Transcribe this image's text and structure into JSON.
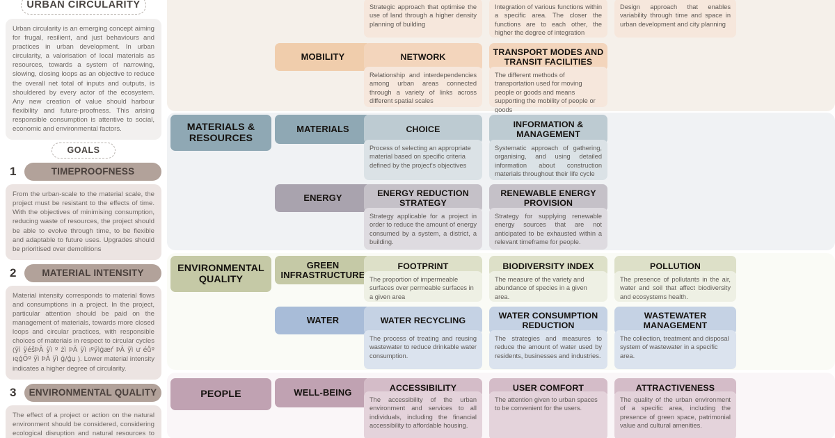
{
  "left_panel": {
    "title": "URBAN CIRCULARITY",
    "intro": "Urban circularity is an emerging concept aiming for frugal, resilient, and just behaviours and practices in urban development. In urban circularity, a valorisation of local materials as resources, towards a system of narrowing, slowing, closing loops as an objective to reduce the overall net total of inputs and outputs, is shouldered by every actor of the ecosystem. Any new creation of value should harbour flexibility and future-proofness. This arising responsible consumption is attentive to social, economic and environmental factors.",
    "goals_label": "GOALS",
    "goals": [
      {
        "number": "1",
        "title": "TIMEPROOFNESS",
        "text": "From the urban-scale to the material scale, the project must be resistant to the effects of time. With the objectives of minimising consumption, reducing waste of resources, the project should be able to evolve through time, to be flexible and adaptable to future uses. Upgrades should be prioritised over demolitions"
      },
      {
        "number": "2",
        "title": "MATERIAL INTENSITY",
        "text_before": "Material intensity corresponds to material flows and consumptions in a project. In the project, particular attention should be paid on the management of materials, towards more closed loops and circular practices, with responsible choices of materials in respect to circular cycles (",
        "text_garbled": "ÿì ÿéšÞÂ ÿì º żì ÞÂ ÿì ıºÿìģæŕ ÞÂ ÿì ư éůº ıęģŐº ÿì ÞÂ ÿì ģ/ģџ",
        "text_after": " ). Lower material intensity indicates a higher degree of circularity."
      },
      {
        "number": "3",
        "title": "ENVIRONMENTAL QUALITY",
        "text": "The effect of a project or action on the natural environment should be considered, considering ecological disruption and natural resources to reduce the overall environmental footprint."
      }
    ]
  },
  "matrix": {
    "themes": [
      {
        "theme": "",
        "band_color": "#f5f0ea",
        "theme_color": "#e8b98f",
        "sub_color": "#f0cdac",
        "ind_color": "#f3d5bc",
        "desc_color": "#f6e7dc",
        "subthemes": [
          {
            "name": "",
            "indicators": [
              {
                "name": "",
                "desc": "Strategic approach that optimise the use of land through a higher density planning of building",
                "justify": true
              },
              {
                "name": "",
                "desc": "Integration of various functions within a specific area. The closer the functions are to each other, the higher the degree of integration",
                "justify": true
              },
              {
                "name": "",
                "desc": "Design approach that enables variability through time and space in urban development and city planning",
                "justify": true
              }
            ]
          },
          {
            "name": "MOBILITY",
            "indicators": [
              {
                "name": "NETWORK",
                "desc": "Relationship and interdependencies among urban areas connected through a variety of links across different spatial scales",
                "justify": true
              },
              {
                "name": "TRANSPORT MODES AND TRANSIT FACILITIES",
                "desc": "The different methods of transportation used for moving people or goods and means supporting the mobility of people or goods",
                "justify": false
              },
              {
                "name": "",
                "desc": "",
                "justify": false
              }
            ]
          }
        ]
      },
      {
        "theme": "MATERIALS & RESOURCES",
        "band_color": "#f0f2f4",
        "theme_color": "#8fa8b4",
        "sub_colors": [
          "#8fa8b4",
          "#a9a3ae"
        ],
        "subthemes": [
          {
            "name": "MATERIALS",
            "sub_color": "#8fa8b4",
            "ind_color": "#bdcbd2",
            "desc_color": "#dbe2e6",
            "indicators": [
              {
                "name": "CHOICE",
                "desc": "Process of selecting an appropriate material based on specific criteria defined by the project's objectives",
                "justify": false
              },
              {
                "name": "INFORMATION & MANAGEMENT",
                "desc": "Systematic approach of gathering, organising, and using detailed information about construction materials throughout their life cycle",
                "justify": true
              },
              {
                "name": "",
                "desc": "",
                "justify": false
              }
            ]
          },
          {
            "name": "ENERGY",
            "sub_color": "#a9a3ae",
            "ind_color": "#c5c1c8",
            "desc_color": "#dedbe0",
            "indicators": [
              {
                "name": "ENERGY REDUCTION STRATEGY",
                "desc": "Strategy applicable for a project in order to reduce the amount of energy consumed by a system, a district, a building.",
                "justify": true
              },
              {
                "name": "RENEWABLE ENERGY PROVISION",
                "desc": "Strategy for supplying renewable energy sources that are not anticipated to be exhausted within a relevant timeframe for people.",
                "justify": true
              },
              {
                "name": "",
                "desc": "",
                "justify": false
              }
            ]
          }
        ]
      },
      {
        "theme": "ENVIRONMENTAL QUALITY",
        "band_color": "#fafbf6",
        "theme_color": "#c5c9a6",
        "subthemes": [
          {
            "name": "GREEN INFRASTRUCTURE",
            "sub_color": "#c5c9a6",
            "ind_color": "#dde0c8",
            "desc_color": "#eef0e4",
            "indicators": [
              {
                "name": "FOOTPRINT",
                "desc": "The proportion of impermeable surfaces over permeable surfaces in a given area",
                "justify": false
              },
              {
                "name": "BIODIVERSITY INDEX",
                "desc": "The measure of the variety and abundance of species in a given area.",
                "justify": false
              },
              {
                "name": "POLLUTION",
                "desc": "The presence of pollutants in the air, water and soil that affect biodiversity and ecosystems health.",
                "justify": true
              }
            ]
          },
          {
            "name": "WATER",
            "sub_color": "#a8bcd8",
            "ind_color": "#c5d2e4",
            "desc_color": "#dbe3ee",
            "indicators": [
              {
                "name": "WATER RECYCLING",
                "desc": "The process of treating and reusing wastewater to reduce drinkable water consumption.",
                "justify": true
              },
              {
                "name": "WATER CONSUMPTION REDUCTION",
                "desc": "The strategies and measures to reduce the amount of water used by residents, businesses and industries.",
                "justify": true
              },
              {
                "name": "WASTEWATER MANAGEMENT",
                "desc": "The collection, treatment and disposal system of wastewater in a specific area.",
                "justify": false
              }
            ]
          }
        ]
      },
      {
        "theme": "PEOPLE",
        "band_color": "#faf6f8",
        "theme_color": "#c0a2b2",
        "subthemes": [
          {
            "name": "WELL-BEING",
            "sub_color": "#c0a2b2",
            "ind_color": "#d4bcc8",
            "desc_color": "#e4d3db",
            "indicators": [
              {
                "name": "ACCESSIBILITY",
                "desc": "The accessibility of the urban environment and services to all individuals, including the financial accessibility to affordable housing.",
                "justify": true
              },
              {
                "name": "USER COMFORT",
                "desc": "The attention given to urban spaces to be convenient for the users.",
                "justify": false
              },
              {
                "name": "ATTRACTIVENESS",
                "desc": "The quality of the urban environment of a specific area, including the presence of green space, patrimonial value and cultural amenities.",
                "justify": true
              }
            ]
          }
        ]
      }
    ]
  }
}
